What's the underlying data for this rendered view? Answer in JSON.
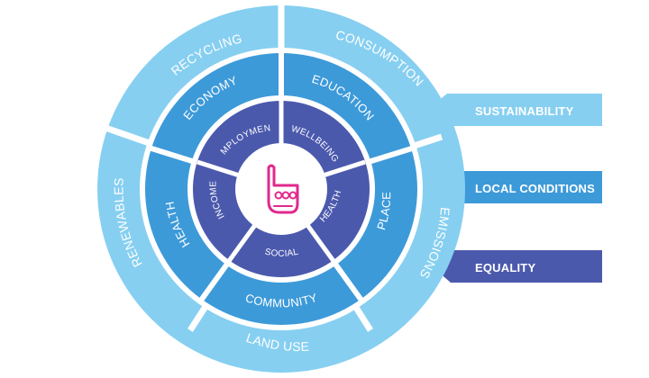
{
  "colors": {
    "outer": "#86cff1",
    "middle": "#3d9ad9",
    "inner": "#4b59ad",
    "bar_sustainability": "#86cff1",
    "bar_local": "#3d9ad9",
    "bar_equality": "#4b59ad",
    "logo": "#e0298d"
  },
  "outer_ring": {
    "recycling": "RECYCLING",
    "consumption": "CONSUMPTION",
    "emissions": "EMISSIONS",
    "land_use": "LAND USE",
    "renewables": "RENEWABLES"
  },
  "middle_ring": {
    "economy": "ECONOMY",
    "education": "EDUCATION",
    "place": "PLACE",
    "community": "COMMUNITY",
    "health": "HEALTH"
  },
  "inner_ring": {
    "employment": "EMPLOYMENT",
    "wellbeing": "WELLBEING",
    "health": "HEALTH",
    "social": "SOCIAL",
    "income": "INCOME"
  },
  "bars": {
    "sustainability": "SUSTAINABILITY",
    "local_conditions": "LOCAL CONDITIONS",
    "equality": "EQUALITY"
  },
  "center_icon": "hand-logo-icon"
}
